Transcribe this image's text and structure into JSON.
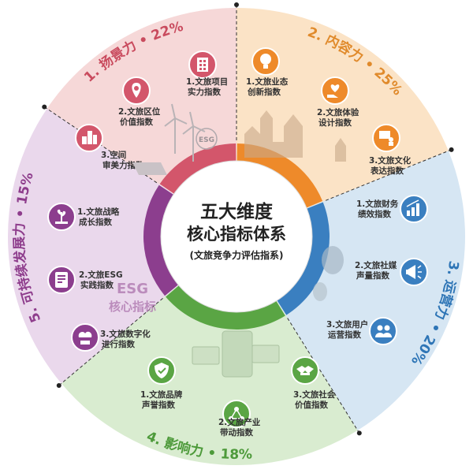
{
  "center": {
    "line1": "五大维度",
    "line2": "核心指标体系",
    "line3": "(文旅竞争力评估指系)"
  },
  "segments": [
    {
      "title": "1. 扬景力 • 22%",
      "color": "#c94b5e",
      "fill": "#f6d8d8",
      "ring": "#d3566b",
      "items": [
        {
          "line1": "1.文旅项目",
          "line2": "实力指数",
          "icon": "building-icon"
        },
        {
          "line1": "2.文旅区位",
          "line2": "价值指数",
          "icon": "map-pin-icon"
        },
        {
          "line1": "3.空间",
          "line2": "审美力指数",
          "icon": "city-icon"
        }
      ],
      "badge": "ESG"
    },
    {
      "title": "2. 内容力 • 25%",
      "color": "#e08a2b",
      "fill": "#fbe3c6",
      "ring": "#ee8a2a",
      "items": [
        {
          "line1": "1.文旅业态",
          "line2": "创新指数",
          "icon": "bulb-icon"
        },
        {
          "line1": "2.文旅体验",
          "line2": "设计指数",
          "icon": "heart-hand-icon"
        },
        {
          "line1": "3.文旅文化",
          "line2": "表达指数",
          "icon": "presenter-icon"
        }
      ]
    },
    {
      "title": "3. 运营力 • 20%",
      "color": "#2e75b6",
      "fill": "#d6e6f3",
      "ring": "#3a7fc0",
      "items": [
        {
          "line1": "1.文旅财务",
          "line2": "绩效指数",
          "icon": "bar-chart-icon"
        },
        {
          "line1": "2.文旅社媒",
          "line2": "声量指数",
          "icon": "megaphone-icon"
        },
        {
          "line1": "3.文旅用户",
          "line2": "运营指数",
          "icon": "users-icon"
        }
      ]
    },
    {
      "title": "4. 影响力 • 18%",
      "color": "#4d9a3a",
      "fill": "#d9ecd0",
      "ring": "#5aa544",
      "items": [
        {
          "line1": "1.文旅品牌",
          "line2": "声誉指数",
          "icon": "shield-icon"
        },
        {
          "line1": "2.文旅产业",
          "line2": "带动指数",
          "icon": "network-icon"
        },
        {
          "line1": "3.文旅社会",
          "line2": "价值指数",
          "icon": "handshake-icon"
        }
      ]
    },
    {
      "title": "5. 可持续发展力 • 15%",
      "color": "#8e3d8c",
      "fill": "#ead8ec",
      "ring": "#8c3e8e",
      "items": [
        {
          "line1": "1.文旅战略",
          "line2": "成长指数",
          "icon": "growth-icon"
        },
        {
          "line1": "2.文旅ESG",
          "line2": "实践指数",
          "icon": "tablet-icon"
        },
        {
          "line1": "3.文旅数字化",
          "line2": "进行指数",
          "icon": "cloud-hand-icon"
        }
      ],
      "watermark1": "ESG",
      "watermark2": "核心指标"
    }
  ]
}
